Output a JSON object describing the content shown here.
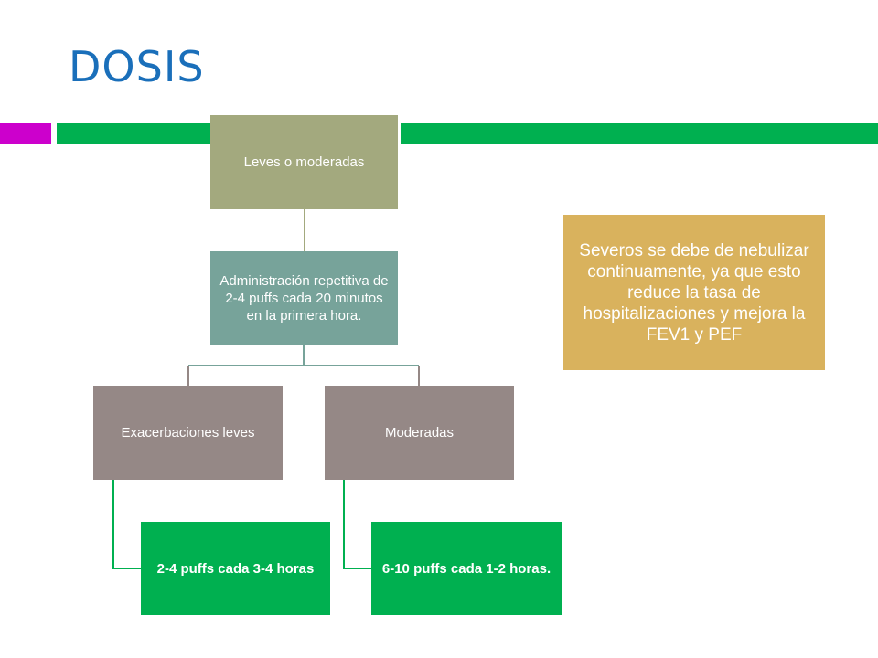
{
  "slide": {
    "title": "DOSIS"
  },
  "hierarchy": {
    "root": {
      "label": "Leves o moderadas"
    },
    "level1": {
      "label": "Administración repetitiva de 2-4 puffs cada 20 minutos en la primera hora."
    },
    "branches": [
      {
        "label": "Exacerbaciones leves",
        "child": "2-4 puffs cada 3-4 horas"
      },
      {
        "label": "Moderadas",
        "child": "6-10 puffs cada 1-2 horas."
      }
    ]
  },
  "side_note": {
    "text": "Severos se debe de nebulizar continuamente, ya que esto reduce la tasa de hospitalizaciones y mejora la FEV1 y PEF"
  },
  "colors": {
    "title": "#1a6fba",
    "bar_magenta": "#cc00cc",
    "bar_green": "#00b050",
    "root_node": "#a3a97e",
    "level1_node": "#77a39a",
    "branch_node": "#958886",
    "leaf_node": "#00b050",
    "side_note": "#d9b25d"
  }
}
